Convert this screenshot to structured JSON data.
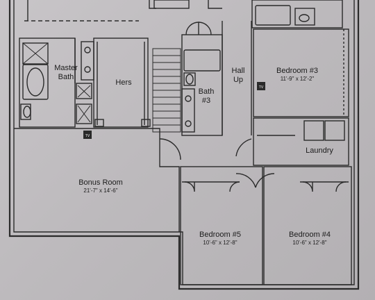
{
  "rooms": {
    "master_bath": {
      "name_line1": "Master",
      "name_line2": "Bath"
    },
    "hers": {
      "name": "Hers"
    },
    "bath3": {
      "name_line1": "Bath",
      "name_line2": "#3"
    },
    "hall": {
      "name_line1": "Hall",
      "name_line2": "Up"
    },
    "bedroom3": {
      "name": "Bedroom #3",
      "dims": "11'-9\" x 12'-2\""
    },
    "laundry": {
      "name": "Laundry"
    },
    "bonus": {
      "name": "Bonus Room",
      "dims": "21'-7\" x 14'-6\""
    },
    "bedroom5": {
      "name": "Bedroom #5",
      "dims": "10'-6\" x 12'-8\""
    },
    "bedroom4": {
      "name": "Bedroom #4",
      "dims": "10'-6\" x 12'-8\""
    }
  },
  "symbols": {
    "tv_label": "TV"
  },
  "colors": {
    "line": "#2a2a2a",
    "paper": "#c2bfc2"
  }
}
